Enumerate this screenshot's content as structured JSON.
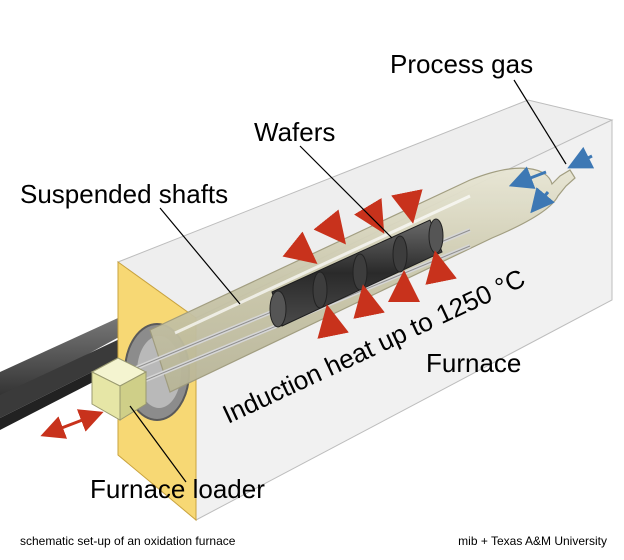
{
  "labels": {
    "process_gas": "Process gas",
    "wafers": "Wafers",
    "suspended_shafts": "Suspended shafts",
    "furnace": "Furnace",
    "induction": "Induction heat up to 1250 °C",
    "furnace_loader": "Furnace loader"
  },
  "caption": {
    "left": "schematic set-up of an oxidation furnace",
    "right": "mib + Texas A&M University"
  },
  "colors": {
    "furnace_face": "#f7d874",
    "heat_arrow": "#c8321c",
    "gas_arrow": "#3d78b4",
    "loader_arrow": "#c8321c",
    "leader_line": "#000000"
  },
  "icons": {
    "heat_arrows": "arrow-icon",
    "gas_arrows": "arrow-icon",
    "loader_arrow": "double-arrow-icon"
  }
}
